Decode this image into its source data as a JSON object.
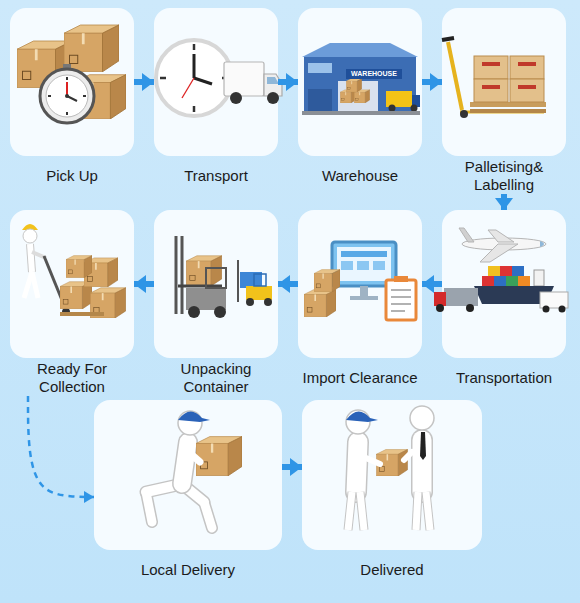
{
  "diagram": {
    "nodes": [
      {
        "text": [
          "Pick Up"
        ]
      },
      {
        "text": [
          "Transport"
        ]
      },
      {
        "text": [
          "Warehouse"
        ]
      },
      {
        "text": [
          "Palletising& Labelling"
        ]
      },
      {
        "text": [
          "Ready For Collection"
        ]
      },
      {
        "text": [
          "Unpacking Container"
        ]
      },
      {
        "text": [
          "Import Clearance"
        ]
      },
      {
        "text": [
          "Transportation"
        ]
      },
      {
        "text": [
          "Local Delivery"
        ]
      },
      {
        "text": [
          "Delivered"
        ]
      }
    ],
    "edges": [
      {
        "from": 0,
        "to": 1,
        "arrow": "to"
      },
      {
        "from": 1,
        "to": 2,
        "arrow": "to"
      },
      {
        "from": 2,
        "to": 3,
        "arrow": "to"
      },
      {
        "from": 3,
        "to": 7,
        "arrow": "to"
      },
      {
        "from": 7,
        "to": 6,
        "arrow": "to"
      },
      {
        "from": 6,
        "to": 5,
        "arrow": "to"
      },
      {
        "from": 5,
        "to": 4,
        "arrow": "to"
      },
      {
        "from": 4,
        "to": 8,
        "arrow": "to"
      },
      {
        "from": 8,
        "to": 9,
        "arrow": "to"
      }
    ],
    "labels": [
      "WAREHOUSE"
    ]
  }
}
